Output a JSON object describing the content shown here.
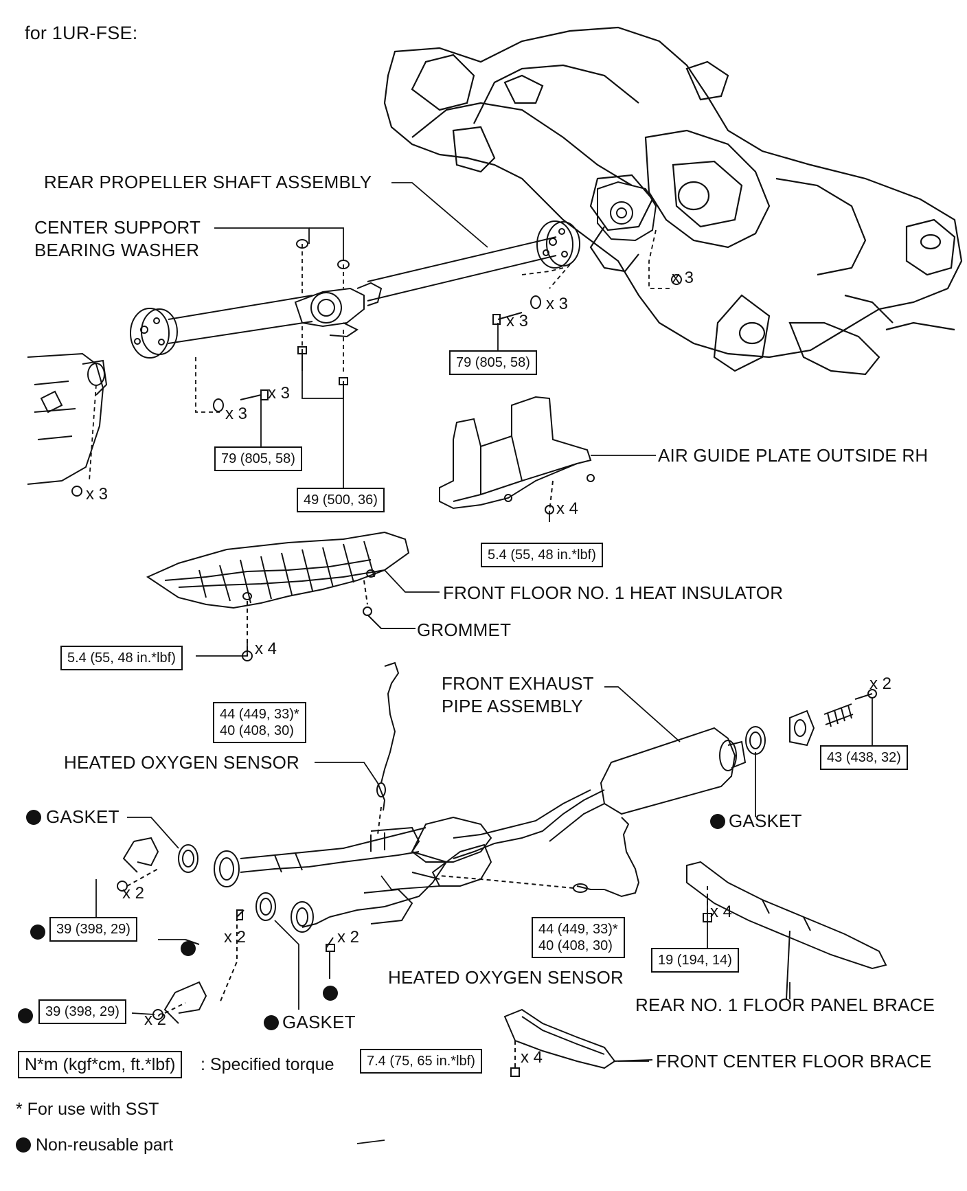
{
  "header": {
    "engine": "for 1UR-FSE:"
  },
  "labels": {
    "rear_propeller_shaft": "REAR PROPELLER SHAFT ASSEMBLY",
    "center_support_1": "CENTER SUPPORT",
    "center_support_2": "BEARING WASHER",
    "air_guide_plate": "AIR GUIDE PLATE OUTSIDE RH",
    "front_floor_heat_insulator": "FRONT FLOOR NO. 1 HEAT INSULATOR",
    "grommet": "GROMMET",
    "front_exhaust_1": "FRONT EXHAUST",
    "front_exhaust_2": "PIPE ASSEMBLY",
    "heated_o2_upper": "HEATED OXYGEN SENSOR",
    "heated_o2_lower": "HEATED OXYGEN SENSOR",
    "gasket_left": "GASKET",
    "gasket_right": "GASKET",
    "gasket_bottom": "GASKET",
    "rear_floor_brace": "REAR NO. 1 FLOOR PANEL BRACE",
    "front_center_brace": "FRONT CENTER FLOOR BRACE"
  },
  "torques": {
    "t_79_upper": "79 (805, 58)",
    "t_79_lower": "79 (805, 58)",
    "t_49": "49 (500, 36)",
    "t_54_air": "5.4 (55, 48 in.*lbf)",
    "t_54_insul": "5.4 (55, 48 in.*lbf)",
    "t_44_upper_a": "44 (449, 33)*",
    "t_44_upper_b": "40 (408, 30)",
    "t_44_lower_a": "44 (449, 33)*",
    "t_44_lower_b": "40 (408, 30)",
    "t_43": "43 (438, 32)",
    "t_39_upper": "39 (398, 29)",
    "t_39_lower": "39 (398, 29)",
    "t_19": "19 (194, 14)",
    "t_74": "7.4 (75, 65 in.*lbf)"
  },
  "quantities": {
    "q_x3_nut_diff": "x 3",
    "q_x3_washer_r": "x 3",
    "q_x3_bolt_r": "x 3",
    "q_x3_bolt_l": "x 3",
    "q_x3_washer_l": "x 3",
    "q_x3_nut_trans": "x 3",
    "q_x4_air": "x 4",
    "q_x4_insul": "x 4",
    "q_x2_rear_bolt": "x 2",
    "q_x2_nut_upper": "x 2",
    "q_x2_bolt_mid": "x 2",
    "q_x2_bolt_right": "x 2",
    "q_x2_nut_lower": "x 2",
    "q_x4_rear_brace": "x 4",
    "q_x4_front_brace": "x 4"
  },
  "legend": {
    "torque_units": "N*m (kgf*cm, ft.*lbf)",
    "torque_desc": ": Specified torque",
    "sst_note": "* For use with SST",
    "nonreusable": "Non-reusable part"
  }
}
